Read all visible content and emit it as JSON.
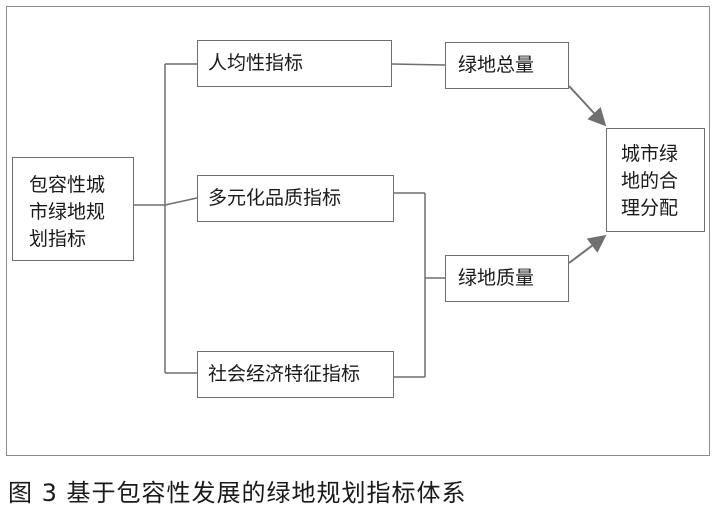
{
  "root": {
    "lines": [
      "包容性城",
      "市绿地规",
      "划指标"
    ]
  },
  "indicators": [
    {
      "label": "人均性指标"
    },
    {
      "label": "多元化品质指标"
    },
    {
      "label": "社会经济特征指标"
    }
  ],
  "outputs": [
    {
      "label": "绿地总量"
    },
    {
      "label": "绿地质量"
    }
  ],
  "result": {
    "lines": [
      "城市绿",
      "地的合",
      "理分配"
    ]
  },
  "caption": "图 3  基于包容性发展的绿地规划指标体系",
  "colors": {
    "line": "#6e6e6e",
    "arrow": "#707070",
    "frame": "#8a8a8a"
  }
}
